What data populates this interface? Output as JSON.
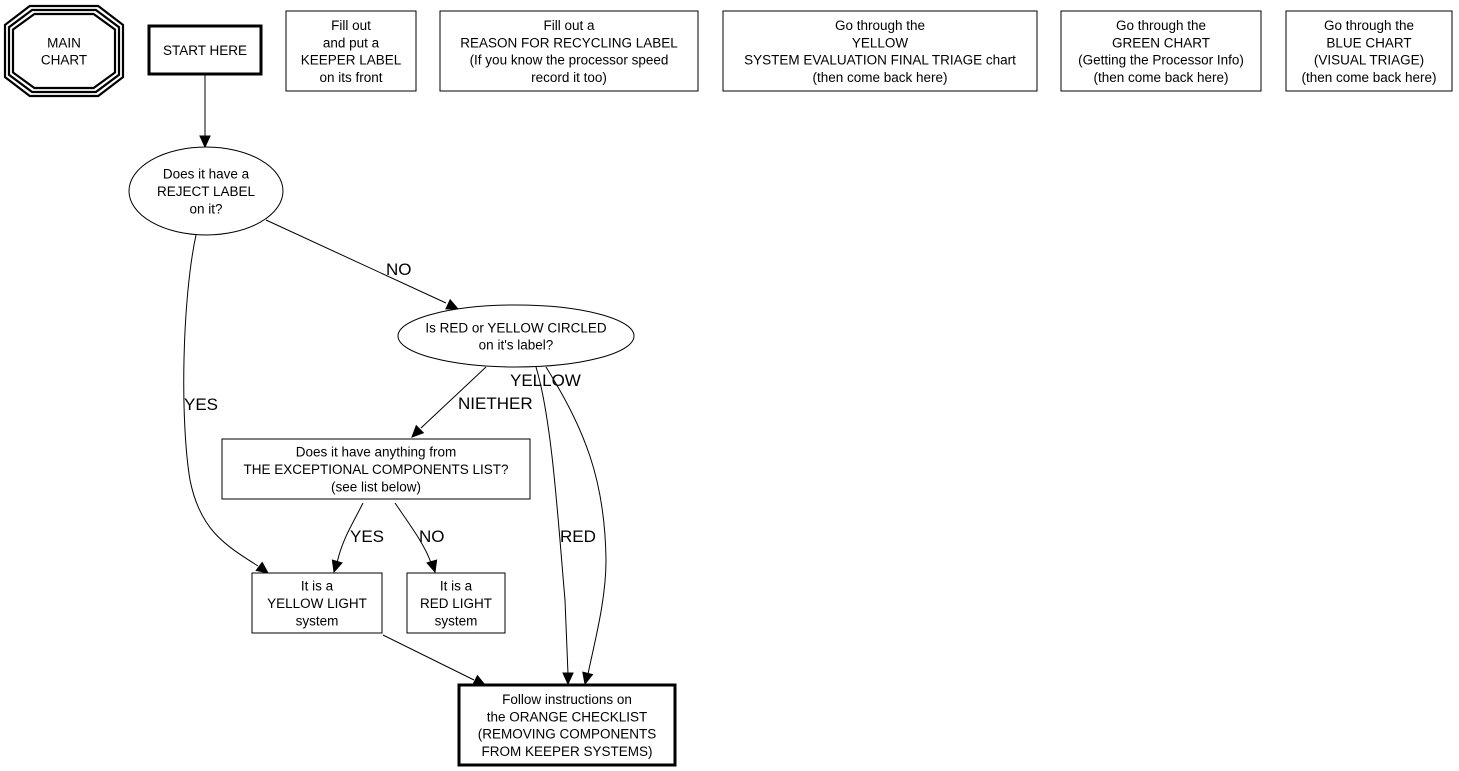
{
  "diagram": {
    "type": "flowchart",
    "title_node": {
      "id": "main-chart",
      "shape": "triple-octagon",
      "lines": [
        "MAIN",
        "CHART"
      ]
    },
    "nodes": [
      {
        "id": "start-here",
        "shape": "bold-box",
        "lines": [
          "START HERE"
        ]
      },
      {
        "id": "keeper-label",
        "shape": "box",
        "lines": [
          "Fill out",
          "and put a",
          "KEEPER LABEL",
          "on its front"
        ]
      },
      {
        "id": "recycling-label",
        "shape": "box",
        "lines": [
          "Fill out a",
          "REASON FOR RECYCLING LABEL",
          "(If you know the processor speed",
          "record it too)"
        ]
      },
      {
        "id": "yellow-chart",
        "shape": "box",
        "lines": [
          "Go through the",
          "YELLOW",
          "SYSTEM EVALUATION FINAL TRIAGE chart",
          "(then come back here)"
        ]
      },
      {
        "id": "green-chart",
        "shape": "box",
        "lines": [
          "Go through the",
          "GREEN CHART",
          "(Getting the Processor Info)",
          "(then come back here)"
        ]
      },
      {
        "id": "blue-chart",
        "shape": "box",
        "lines": [
          "Go through the",
          "BLUE CHART",
          "(VISUAL TRIAGE)",
          "(then come back here)"
        ]
      },
      {
        "id": "reject-label-q",
        "shape": "ellipse",
        "lines": [
          "Does it have a",
          "REJECT LABEL",
          "on it?"
        ]
      },
      {
        "id": "circled-q",
        "shape": "ellipse",
        "lines": [
          "Is RED or YELLOW CIRCLED",
          "on it's label?"
        ]
      },
      {
        "id": "exceptional-q",
        "shape": "box",
        "lines": [
          "Does it have anything from",
          "THE EXCEPTIONAL COMPONENTS LIST?",
          "(see list below)"
        ]
      },
      {
        "id": "yellow-light",
        "shape": "box",
        "lines": [
          "It is a",
          "YELLOW LIGHT",
          "system"
        ]
      },
      {
        "id": "red-light",
        "shape": "box",
        "lines": [
          "It is a",
          "RED LIGHT",
          "system"
        ]
      },
      {
        "id": "orange-checklist",
        "shape": "bold-box",
        "lines": [
          "Follow instructions on",
          "the ORANGE CHECKLIST",
          "(REMOVING COMPONENTS",
          "FROM KEEPER SYSTEMS)"
        ]
      }
    ],
    "edges": [
      {
        "id": "start-to-reject",
        "from": "start-here",
        "to": "reject-label-q",
        "label": ""
      },
      {
        "id": "reject-yes",
        "from": "reject-label-q",
        "to": "yellow-light",
        "label": "YES"
      },
      {
        "id": "reject-no",
        "from": "reject-label-q",
        "to": "circled-q",
        "label": "NO"
      },
      {
        "id": "circled-niether",
        "from": "circled-q",
        "to": "exceptional-q",
        "label": "NIETHER"
      },
      {
        "id": "circled-red",
        "from": "circled-q",
        "to": "orange-checklist",
        "label": "RED"
      },
      {
        "id": "circled-yellow",
        "from": "circled-q",
        "to": "orange-checklist",
        "label": "YELLOW"
      },
      {
        "id": "exceptional-yes",
        "from": "exceptional-q",
        "to": "yellow-light",
        "label": "YES"
      },
      {
        "id": "exceptional-no",
        "from": "exceptional-q",
        "to": "red-light",
        "label": "NO"
      },
      {
        "id": "yellow-to-orange",
        "from": "yellow-light",
        "to": "orange-checklist",
        "label": ""
      }
    ]
  }
}
